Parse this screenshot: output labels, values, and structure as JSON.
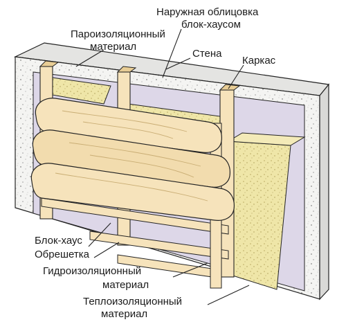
{
  "title_line1": "Наружная облицовка",
  "title_line2": "блок-хаусом",
  "labels": {
    "vapor_line1": "Пароизоляционный",
    "vapor_line2": "материал",
    "wall": "Стена",
    "frame": "Каркас",
    "blockhouse": "Блок-хаус",
    "battens": "Обрешетка",
    "waterproof_line1": "Гидроизоляционный",
    "waterproof_line2": "материал",
    "insulation_line1": "Теплоизоляционный",
    "insulation_line2": "материал"
  },
  "colors": {
    "wall_front": "#f2f2f0",
    "wall_top": "#e4e4e2",
    "membrane": "#ddd7e8",
    "wood": "#f6e3bb",
    "wood_dark": "#e8cd95",
    "insulation": "#efe6a8",
    "outline": "#222222"
  }
}
